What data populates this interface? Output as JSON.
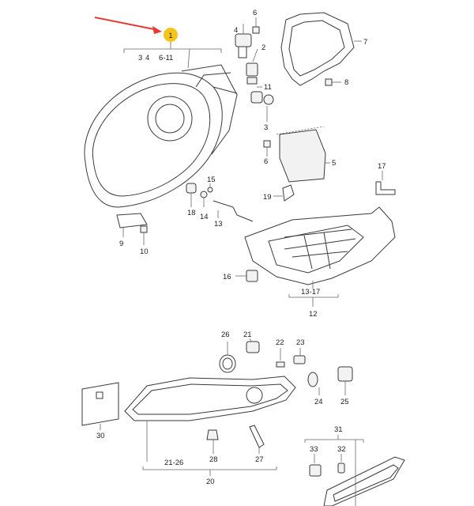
{
  "callout": {
    "highlight": "1",
    "highlight_color": "#f5c518",
    "arrow_color": "#e53935"
  },
  "labels": {
    "l1": "1",
    "l2": "2",
    "l3": "3",
    "l3b": "3",
    "l4": "4",
    "l5": "5",
    "l6a": "6",
    "l6b": "6",
    "l6c": "6-11",
    "l7": "7",
    "l8": "8",
    "l9": "9",
    "l10": "10",
    "l11": "11",
    "l12": "12",
    "l13": "13",
    "l13b": "13-17",
    "l14": "14",
    "l15": "15",
    "l16": "16",
    "l17": "17",
    "l18": "18",
    "l19": "19",
    "l20": "20",
    "l21": "21",
    "l21b": "21-26",
    "l22": "22",
    "l23": "23",
    "l24": "24",
    "l25": "25",
    "l26": "26",
    "l27": "27",
    "l28": "28",
    "l30": "30",
    "l31": "31",
    "l32": "32",
    "l33": "33"
  }
}
